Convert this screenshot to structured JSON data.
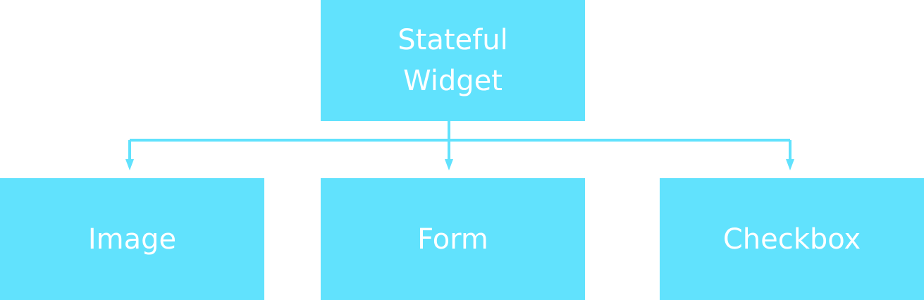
{
  "diagram": {
    "colors": {
      "box_fill": "#61e2fd",
      "connector": "#61e2fd",
      "text": "#ffffff"
    },
    "root": {
      "label": "Stateful Widget"
    },
    "children": [
      {
        "label": "Image"
      },
      {
        "label": "Form"
      },
      {
        "label": "Checkbox"
      }
    ]
  }
}
